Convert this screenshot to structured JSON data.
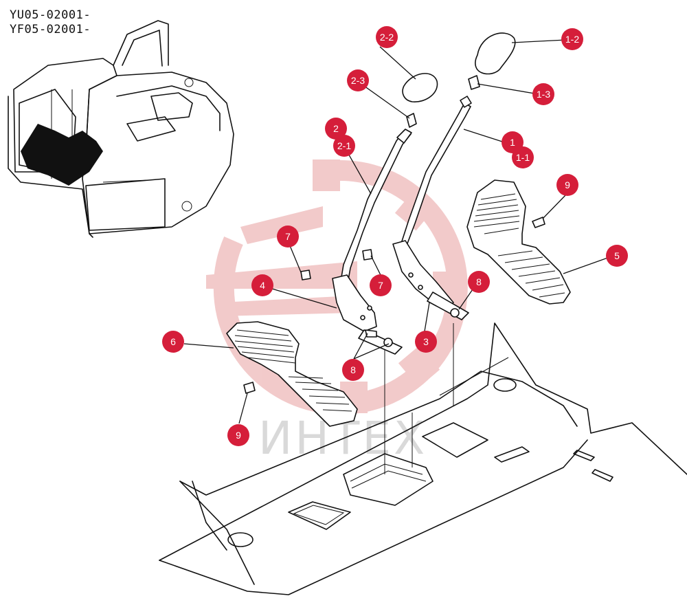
{
  "serials": [
    "YU05-02001-",
    "YF05-02001-"
  ],
  "watermark": {
    "text": "ИНТЕХ",
    "color": "#e8a0a0",
    "text_color": "#d9d9d9"
  },
  "callout_color": "#d51e3a",
  "callouts": [
    {
      "id": "1",
      "label": "1"
    },
    {
      "id": "1-1",
      "label": "1-1"
    },
    {
      "id": "1-2",
      "label": "1-2"
    },
    {
      "id": "1-3",
      "label": "1-3"
    },
    {
      "id": "2",
      "label": "2"
    },
    {
      "id": "2-1",
      "label": "2-1"
    },
    {
      "id": "2-2",
      "label": "2-2"
    },
    {
      "id": "2-3",
      "label": "2-3"
    },
    {
      "id": "3",
      "label": "3"
    },
    {
      "id": "4",
      "label": "4"
    },
    {
      "id": "5",
      "label": "5"
    },
    {
      "id": "6",
      "label": "6"
    },
    {
      "id": "7a",
      "label": "7"
    },
    {
      "id": "7b",
      "label": "7"
    },
    {
      "id": "8a",
      "label": "8"
    },
    {
      "id": "8b",
      "label": "8"
    },
    {
      "id": "9a",
      "label": "9"
    },
    {
      "id": "9b",
      "label": "9"
    }
  ]
}
